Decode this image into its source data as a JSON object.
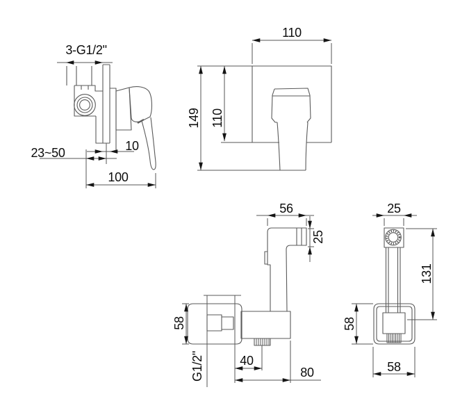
{
  "colors": {
    "background": "#ffffff",
    "part_line": "#5a5a5a",
    "dimension_line": "#555555",
    "arrow": "#151515",
    "text": "#0c0c0c"
  },
  "views": {
    "valve_side": {
      "ports": "3-G1/2\"",
      "depth_range": "23~50",
      "plate_thickness": "10",
      "length": "100"
    },
    "valve_front": {
      "width": "110",
      "total_height": "149",
      "plate_height": "110"
    },
    "sprayer_side": {
      "head_length": "56",
      "head_height": "25",
      "flange_size": "58",
      "thread": "G1/2\"",
      "hose_offset": "40",
      "depth": "80"
    },
    "sprayer_front": {
      "head_width": "25",
      "height": "131",
      "flange_height": "58",
      "flange_width": "58"
    }
  }
}
